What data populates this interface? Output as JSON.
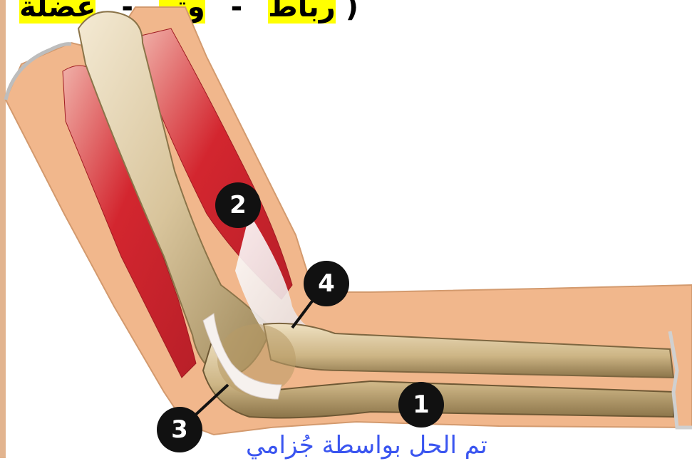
{
  "title": {
    "open_paren": "(",
    "word1": "رباط",
    "sep1": "-",
    "word2": "وتر",
    "sep2": "-",
    "word3": "عضلة",
    "highlight_color": "#ffff00"
  },
  "markers": [
    {
      "label": "1",
      "part": "bone"
    },
    {
      "label": "2",
      "part": "muscle"
    },
    {
      "label": "3",
      "part": "ligament"
    },
    {
      "label": "4",
      "part": "tendon"
    }
  ],
  "credit": "تم الحل بواسطة جُزامي",
  "colors": {
    "skin": "#f1b78c",
    "muscle": "#d8343a",
    "bone": "#d9c39a",
    "marker": "#111111",
    "credit_text": "#3a55f0",
    "left_strip": "#e2b48f"
  }
}
